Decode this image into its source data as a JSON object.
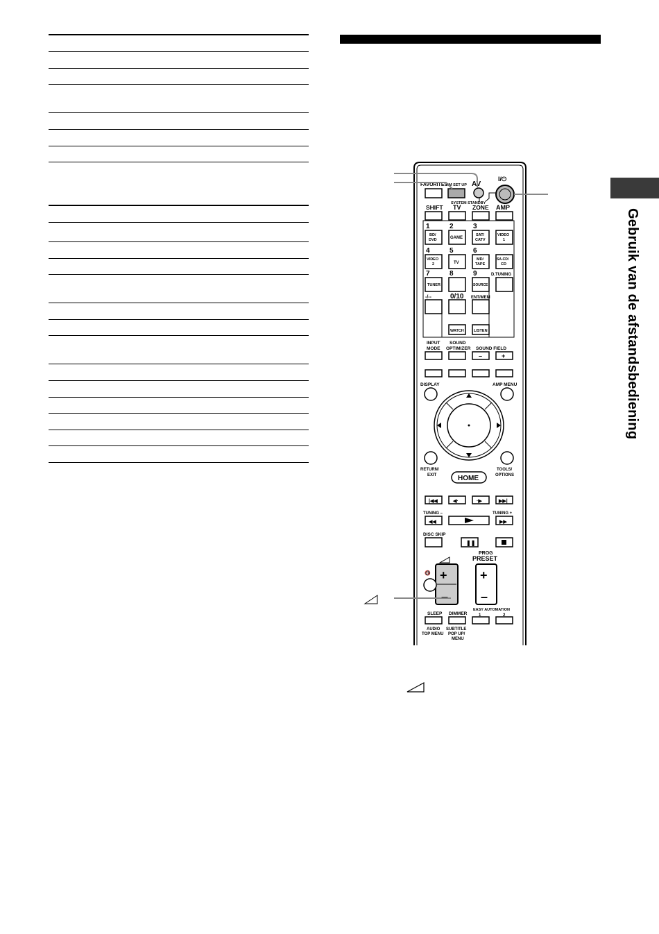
{
  "side_tab": {
    "text": "Gebruik van de afstandsbediening"
  },
  "remote": {
    "top_row": [
      "FAVORITES",
      "RM SET UP",
      "AV",
      "I/⏻"
    ],
    "system_standby": "SYSTEM STANDBY",
    "mode_row": [
      "SHIFT",
      "TV",
      "ZONE",
      "AMP"
    ],
    "keypad": [
      {
        "num": "1",
        "label": "BD/\nDVD"
      },
      {
        "num": "2",
        "label": "GAME"
      },
      {
        "num": "3",
        "label": "SAT/\nCATV"
      },
      {
        "num": "",
        "label": "VIDEO\n1"
      },
      {
        "num": "4",
        "label": "VIDEO\n2"
      },
      {
        "num": "5",
        "label": "TV"
      },
      {
        "num": "6",
        "label": "MD/\nTAPE"
      },
      {
        "num": "",
        "label": "SA-CD/\nCD"
      },
      {
        "num": "7",
        "label": "TUNER"
      },
      {
        "num": "8",
        "label": ""
      },
      {
        "num": "9",
        "label": "SOURCE"
      },
      {
        "num": "",
        "label": "D.TUNING"
      }
    ],
    "row_dash": [
      "-/--",
      "0/10",
      "ENT/MEM"
    ],
    "watch": "WATCH",
    "listen": "LISTEN",
    "input_mode": "INPUT\nMODE",
    "sound_optimizer": "SOUND\nOPTIMIZER",
    "sound_field": "SOUND FIELD",
    "display": "DISPLAY",
    "amp_menu": "AMP MENU",
    "return_exit": "RETURN/\nEXIT",
    "tools_options": "TOOLS/\nOPTIONS",
    "home": "HOME",
    "tuning_minus": "TUNING –",
    "tuning_plus": "TUNING +",
    "disc_skip": "DISC SKIP",
    "prog": "PROG",
    "preset": "PRESET",
    "easy_automation": "EASY AUTOMATION",
    "ea_nums": [
      "1",
      "2"
    ],
    "sleep": "SLEEP",
    "dimmer": "DIMMER",
    "audio_top_menu": "AUDIO\nTOP MENU",
    "subtitle_popup": "SUBTITLE\nPOP UP/\nMENU"
  }
}
